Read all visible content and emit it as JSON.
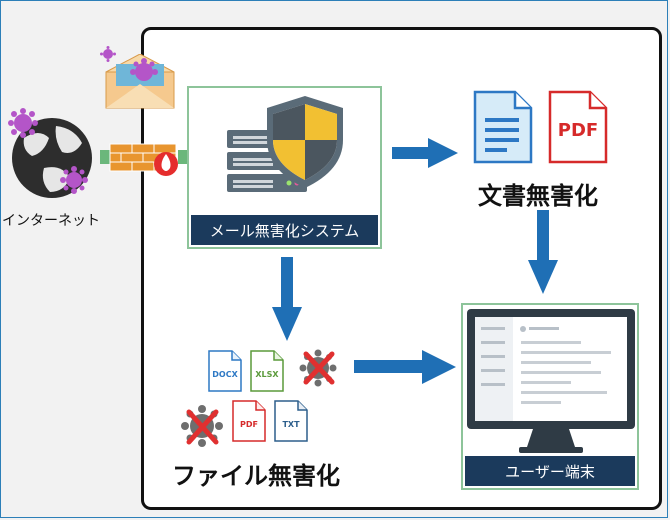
{
  "internet_label": "インターネット",
  "mail_system_label": "メール無害化システム",
  "doc_sanitize_label": "文書無害化",
  "file_sanitize_label": "ファイル無害化",
  "user_terminal_label": "ユーザー端末",
  "file_types": {
    "pdf_large": "PDF",
    "docx": "DOCX",
    "xlsx": "XLSX",
    "pdf_small": "PDF",
    "txt": "TXT"
  },
  "colors": {
    "arrow": "#1f6fb5",
    "navy": "#1b3a5c",
    "green_border": "#8dc49a",
    "virus": "#b455c8",
    "block_red": "#e03030"
  }
}
